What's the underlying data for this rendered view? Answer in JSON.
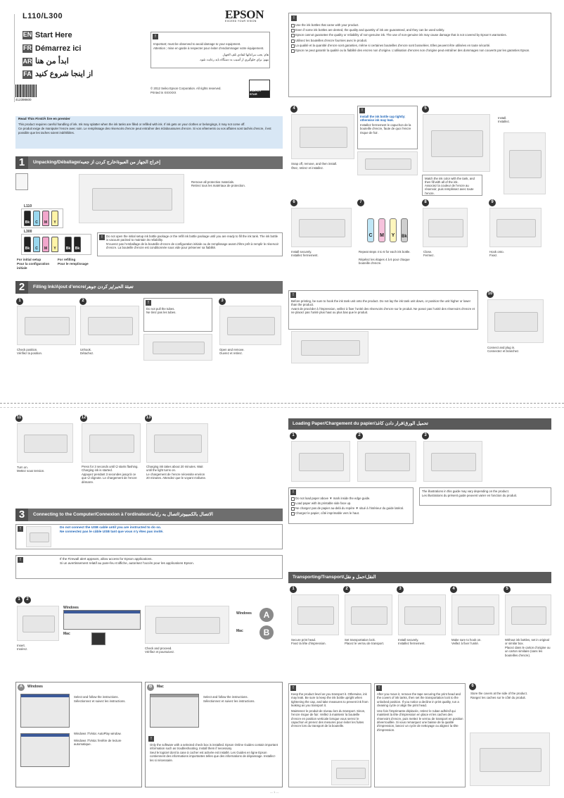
{
  "header": {
    "model": "L110/L300",
    "brand": "EPSON",
    "brand_tagline": "EXCEED YOUR VISION",
    "languages": [
      {
        "code": "EN",
        "title": "Start Here"
      },
      {
        "code": "FR",
        "title": "Démarrez ici"
      },
      {
        "code": "AR",
        "title": "ابدأ من هنا"
      },
      {
        "code": "FA",
        "title": "از اينجا شروع كنيد"
      }
    ],
    "barcode": "412398600",
    "important_label": "!",
    "important_en": "Important; must be observed to avoid damage to your equipment.",
    "important_fr": "Attention ; mise en garde à respecter pour éviter d’endommager votre équipement.",
    "important_ar": "هام: يجب مراعاتها لتفادي تلف الجهاز.",
    "important_fa": "مهم: براي جلوگيري از آسيب به دستگاه بايد رعايت شود.",
    "copyright": "© 2012 Seiko Epson Corporation. All rights reserved.",
    "printed_in": "Printed in XXXXXX",
    "energy_star": "ENERGY STAR",
    "read_first_title": "Read This First/À lire en premier",
    "read_first_en": "This product requires careful handling of ink. Ink may splatter when the ink tanks are filled or refilled with ink. If ink gets on your clothes or belongings, it may not come off.",
    "read_first_fr": "Ce produit exige de manipuler l’encre avec soin. Le remplissage des réservoirs d’encre peut entraîner des éclaboussures d’encre. Si vos vêtements ou vos affaires sont tachés d’encre, il est possible que les taches soient indélébiles."
  },
  "top_right_notes": {
    "en": [
      "Use the ink bottles that came with your product.",
      "Even if some ink bottles are dented, the quality and quantity of ink are guaranteed, and they can be used safely.",
      "Epson cannot guarantee the quality or reliability of non-genuine ink. The use of non-genuine ink may cause damage that is not covered by Epson’s warranties."
    ],
    "fr": [
      "Utilisez les bouteilles d’encre fournies avec le produit.",
      "La qualité et la quantité d’encre sont garanties, même si certaines bouteilles d’encre sont bosselées. Elles peuvent être utilisées en toute sécurité.",
      "Epson ne peut garantir la qualité ou la fiabilité des encres non d’origine. L’utilisation d’encres non d’origine peut entraîner des dommages non couverts par les garanties Epson."
    ]
  },
  "sections": {
    "s1": {
      "num": "1",
      "title": "Unpacking/Déballage/إخراج الجهاز من العبوة/خارج كردن از جعبه"
    },
    "s2": {
      "num": "2",
      "title": "Filling Ink/Ajout d’encre/تعبئة الحبر/پر كردن جوهر"
    },
    "s3": {
      "num": "3",
      "title": "Connecting to the Computer/Connexion à l’ordinateur/الاتصال بالكمبيوتر/اتصال به رايانه"
    },
    "loading": {
      "title": "Loading Paper/Chargement du papier/تحميل الورق/قرار دادن كاغذ"
    },
    "transport": {
      "title": "Transporting/Transport/النقل/حمل و نقل"
    }
  },
  "unpack": {
    "remove_en": "Remove all protective materials.",
    "remove_fr": "Retirez tous les matériaux de protection.",
    "l110_label": "L110",
    "l300_label": "L300",
    "initial_setup_en": "For initial setup",
    "initial_setup_fr": "Pour la configuration initiale",
    "refilling_en": "For refilling",
    "refilling_fr": "Pour le remplissage",
    "ink_colors": [
      "Bk",
      "C",
      "M",
      "Y"
    ],
    "warn_en": "Do not open the initial setup ink bottle package or the refill ink bottle package until you are ready to fill the ink tank. The ink bottle is vacuum packed to maintain its reliability.",
    "warn_fr": "N’ouvrez pas l’emballage de la bouteille d’encre de configuration initiale ou de remplissage avant d’être prêt à remplir le réservoir d’encre. La bouteille d’encre est conditionnée sous vide pour préserver sa fiabilité."
  },
  "fill_steps": {
    "s1_en": "Check position.",
    "s1_fr": "Vérifiez la position.",
    "s2_en": "Unhook.",
    "s2_fr": "Détachez.",
    "pull_en": "Do not pull the tubes.",
    "pull_fr": "Ne tirez pas les tubes.",
    "s3_en": "Open and remove.",
    "s3_fr": "Ouvrez et retirez.",
    "s4_en": "Snap off, remove, and then install.",
    "s4_fr": "Ôtez, retirez et installez.",
    "s4b_en": "Install the ink bottle cap tightly; otherwise ink may leak.",
    "s4b_fr": "Installez fermement le capuchon de la bouteille d’encre, faute de quoi l’encre risque de fuir.",
    "s5_en": "Install.",
    "s5_fr": "Installez.",
    "match_en": "Match the ink color with the tank, and then fill with all of the ink.",
    "match_fr": "Associez la couleur de l’encre au réservoir, puis remplissez avec toute l’encre.",
    "s6_en": "Install securely.",
    "s6_fr": "Installez fermement.",
    "s7_en": "Repeat steps 4 to 6 for each ink bottle.",
    "s7_fr": "Répétez les étapes 4 à 6 pour chaque bouteille d’encre.",
    "s8_en": "Close.",
    "s8_fr": "Fermez.",
    "s9_en": "Hook onto.",
    "s9_fr": "Fixez.",
    "bottle_labels": [
      "C",
      "M",
      "Y",
      "Bk"
    ],
    "level_en": "Before printing, be sure to hook the ink tank unit onto the product. Do not lay the ink tank unit down, or position the unit higher or lower than the product.",
    "level_fr": "Avant de procéder à l’impression, veillez à fixer l’unité des réservoirs d’encre sur le produit. Ne posez pas l’unité des réservoirs d’encre et ne placez pas l’unité plus haut ou plus bas que le produit.",
    "s10_en": "Connect and plug in.",
    "s10_fr": "Connectez et branchez.",
    "s11_en": "Turn on.",
    "s11_fr": "Mettez sous tension.",
    "s12_en": "Press for 3 seconds until ⏻ starts flashing. Charging ink is started.",
    "s12_fr": "Appuyez pendant 3 secondes jusqu’à ce que ⏻ clignote. Le chargement de l’encre démarre.",
    "s13_en": "Charging ink takes about 20 minutes. Wait until the light turns on.",
    "s13_fr": "Le chargement de l’encre nécessite environ 20 minutes. Attendez que le voyant s’allume."
  },
  "connect": {
    "usb_en": "Do not connect the USB cable until you are instructed to do so.",
    "usb_fr": "Ne connectez pas le câble USB tant que vous n’y êtes pas invité.",
    "firewall_en": "If the Firewall alert appears, allow access for Epson applications.",
    "firewall_fr": "Si un avertissement relatif au pare-feu s’affiche, autorisez l’accès pour les applications Epson.",
    "windows_label": "Windows",
    "mac_label": "Mac",
    "os_a": "A",
    "os_b": "B",
    "insert_en": "Insert.",
    "insert_fr": "Insérez.",
    "check_en": "Check and proceed.",
    "check_fr": "Vérifiez et poursuivez.",
    "win_follow_en": "Select and follow the instructions.",
    "win_follow_fr": "Sélectionnez et suivez les instructions.",
    "autoplay_en": "Windows 7/Vista: AutoPlay window.",
    "autoplay_fr": "Windows 7/Vista: fenêtre de lecture automatique.",
    "mac_follow_en": "Select and follow the instructions.",
    "mac_follow_fr": "Sélectionnez et suivez les instructions.",
    "online_en": "Only the software with a selected check box is installed. Epson Online Guides contain important information such as troubleshooting. Install them if necessary.",
    "online_fr": "Seul le logiciel dont la case à cocher est activée est installé. Les Guides en ligne Epson contiennent des informations importantes telles que des informations de dépannage. Installez-les si nécessaire."
  },
  "loading": {
    "notes_en": [
      "Do not load paper above ▼ mark inside the edge guide.",
      "Load paper with its printable side face up."
    ],
    "notes_fr": [
      "Ne chargez pas de papier au-delà du repère ▼ situé à l’intérieur du guide latéral.",
      "Chargez le papier, côté imprimable vers le haut."
    ],
    "illus_en": "The illustrations in this guide may vary depending on the product.",
    "illus_fr": "Les illustrations du présent guide peuvent varier en fonction du produit."
  },
  "transport": {
    "t1_en": "Secure print head.",
    "t1_fr": "Fixez la tête d’impression.",
    "t2_en": "Set transportation lock.",
    "t2_fr": "Placez le verrou de transport.",
    "t3_en": "Install securely.",
    "t3_fr": "Installez fermement.",
    "t4_en": "Make sure to hook on.",
    "t4_fr": "Veillez à fixer l’unité.",
    "t5_en": "Without ink bottles, set in original or similar box.",
    "t5_fr": "Placez dans le carton d’origine ou un carton similaire (sans les bouteilles d’encre).",
    "keep_en": "Keep the product level as you transport it. Otherwise, ink may leak. Be sure to keep the ink bottle upright when tightening the cap, and take measures to prevent ink from leaking as you transport it.",
    "keep_fr": "Maintenez le produit de niveau lors du transport. Sinon, l’encre risque de fuir. Veillez à maintenir la bouteille d’encre en position verticale lorsque vous serrez le capuchon et prenez des mesures pour éviter les fuites d’encre lors du transport de la bouteille.",
    "after_en": "After you move it, remove the tape securing the print head and the covers of ink tanks, then set the transportation lock to the unlocked position. If you notice a decline in print quality, run a cleaning cycle or align the print head.",
    "after_fr": "Une fois l’imprimante déplacée, retirez le ruban adhésif qui maintient la tête d’impression en place et les caches des réservoirs d’encre, puis mettez le verrou de transport en position déverrouillée. Si vous remarquez une baisse de la qualité d’impression, lancez un cycle de nettoyage ou alignez la tête d’impression.",
    "store_en": "Store the covers at the side of the product.",
    "store_fr": "Rangez les caches sur le côté du produit."
  },
  "footer": {
    "page_mark": "— 1 —"
  }
}
